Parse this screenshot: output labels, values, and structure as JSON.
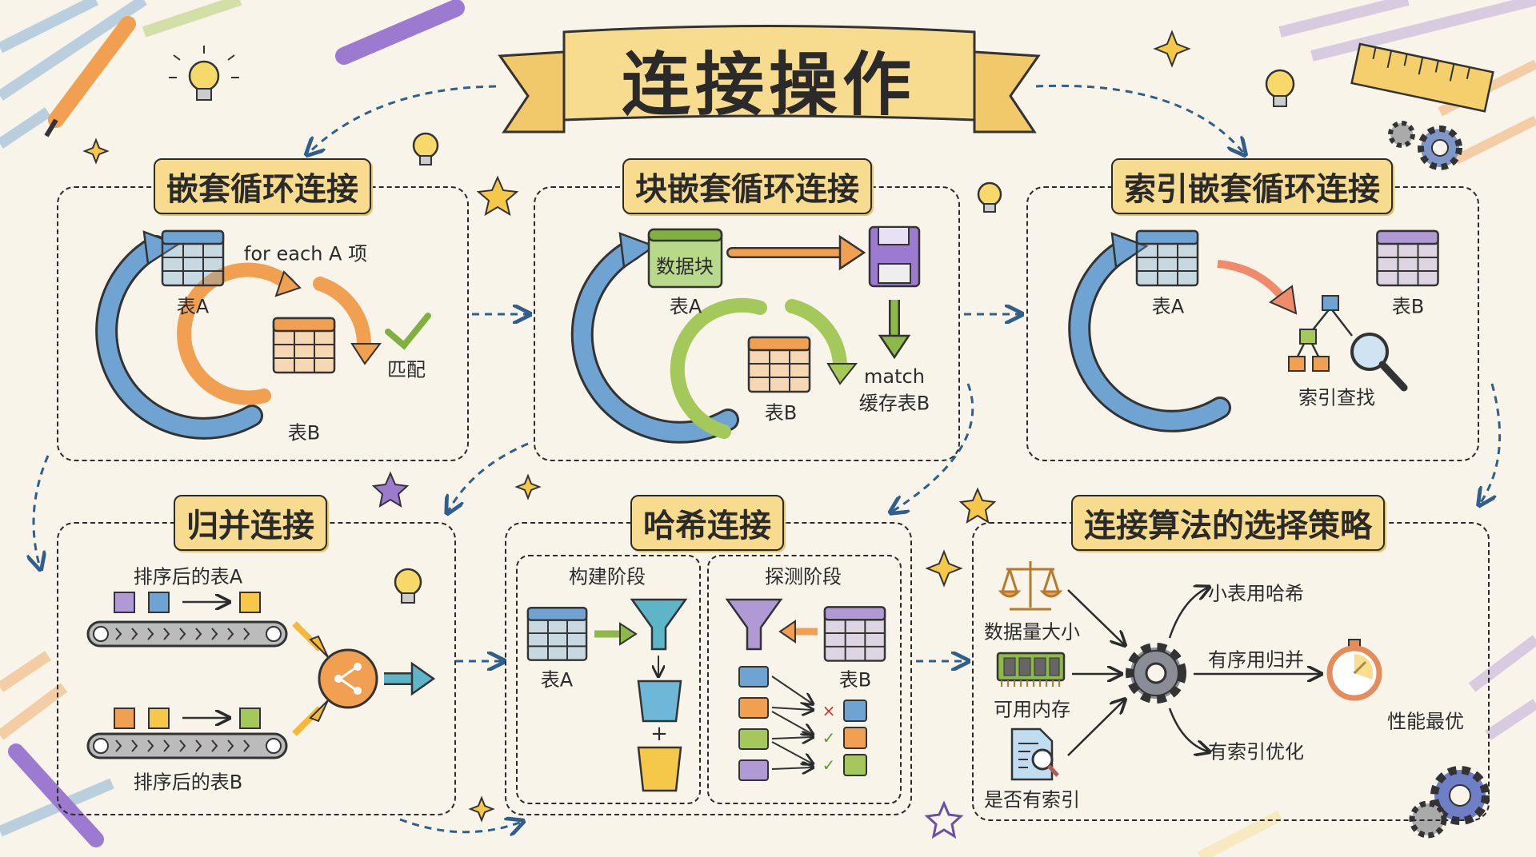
{
  "title": "连接操作",
  "panels": {
    "nested_loop": {
      "title": "嵌套循环连接",
      "table_a": "表A",
      "table_b": "表B",
      "loop_text": "for each A 项",
      "match": "匹配"
    },
    "block_nested_loop": {
      "title": "块嵌套循环连接",
      "block": "数据块",
      "table_a": "表A",
      "table_b": "表B",
      "match": "match",
      "cache": "缓存表B"
    },
    "index_nested_loop": {
      "title": "索引嵌套循环连接",
      "table_a": "表A",
      "table_b": "表B",
      "lookup": "索引查找"
    },
    "merge_join": {
      "title": "归并连接",
      "sorted_a": "排序后的表A",
      "sorted_b": "排序后的表B"
    },
    "hash_join": {
      "title": "哈希连接",
      "build_phase": "构建阶段",
      "probe_phase": "探测阶段",
      "table_a": "表A",
      "table_b": "表B",
      "plus": "+",
      "marks": [
        "×",
        "✓",
        "✓"
      ]
    },
    "strategy": {
      "title": "连接算法的选择策略",
      "inputs": [
        "数据量大小",
        "可用内存",
        "是否有索引"
      ],
      "outputs": [
        "小表用哈希",
        "有序用归并",
        "有索引优化"
      ],
      "result": "性能最优"
    }
  },
  "colors": {
    "blue": "#6fa3d1",
    "orange": "#f0a050",
    "green": "#a5c85a",
    "purple": "#b09ad6",
    "yellow": "#f7dc8f",
    "arrow_dashed": "#2f5f8a"
  }
}
